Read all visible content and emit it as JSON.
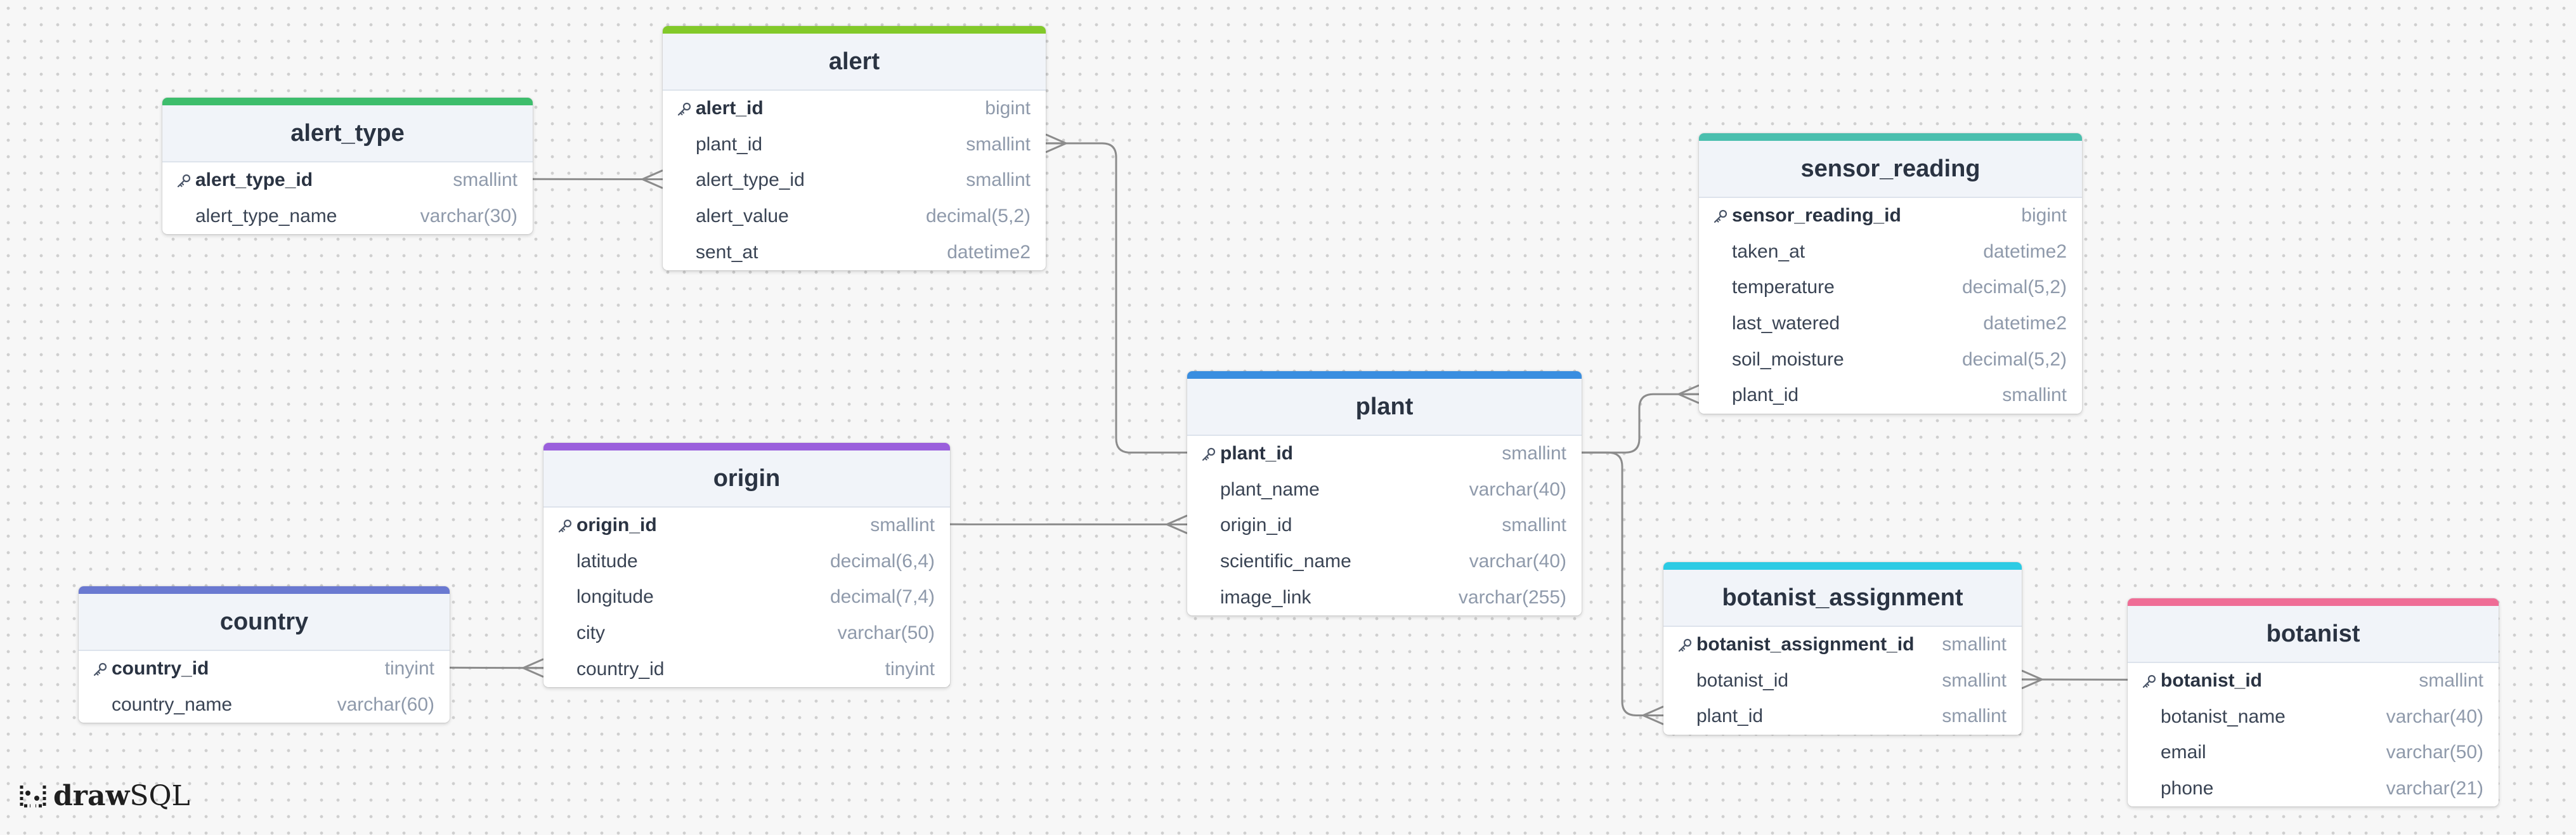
{
  "diagram": {
    "tables": [
      {
        "id": "alert_type",
        "name": "alert_type",
        "color": "#3dbd6c",
        "columns": [
          {
            "name": "alert_type_id",
            "type": "smallint",
            "pk": true
          },
          {
            "name": "alert_type_name",
            "type": "varchar(30)",
            "pk": false
          }
        ]
      },
      {
        "id": "alert",
        "name": "alert",
        "color": "#82c92a",
        "columns": [
          {
            "name": "alert_id",
            "type": "bigint",
            "pk": true
          },
          {
            "name": "plant_id",
            "type": "smallint",
            "pk": false
          },
          {
            "name": "alert_type_id",
            "type": "smallint",
            "pk": false
          },
          {
            "name": "alert_value",
            "type": "decimal(5,2)",
            "pk": false
          },
          {
            "name": "sent_at",
            "type": "datetime2",
            "pk": false
          }
        ]
      },
      {
        "id": "sensor_reading",
        "name": "sensor_reading",
        "color": "#4abfae",
        "columns": [
          {
            "name": "sensor_reading_id",
            "type": "bigint",
            "pk": true
          },
          {
            "name": "taken_at",
            "type": "datetime2",
            "pk": false
          },
          {
            "name": "temperature",
            "type": "decimal(5,2)",
            "pk": false
          },
          {
            "name": "last_watered",
            "type": "datetime2",
            "pk": false
          },
          {
            "name": "soil_moisture",
            "type": "decimal(5,2)",
            "pk": false
          },
          {
            "name": "plant_id",
            "type": "smallint",
            "pk": false
          }
        ]
      },
      {
        "id": "plant",
        "name": "plant",
        "color": "#3a8ee0",
        "columns": [
          {
            "name": "plant_id",
            "type": "smallint",
            "pk": true
          },
          {
            "name": "plant_name",
            "type": "varchar(40)",
            "pk": false
          },
          {
            "name": "origin_id",
            "type": "smallint",
            "pk": false
          },
          {
            "name": "scientific_name",
            "type": "varchar(40)",
            "pk": false
          },
          {
            "name": "image_link",
            "type": "varchar(255)",
            "pk": false
          }
        ]
      },
      {
        "id": "origin",
        "name": "origin",
        "color": "#9a5fdc",
        "columns": [
          {
            "name": "origin_id",
            "type": "smallint",
            "pk": true
          },
          {
            "name": "latitude",
            "type": "decimal(6,4)",
            "pk": false
          },
          {
            "name": "longitude",
            "type": "decimal(7,4)",
            "pk": false
          },
          {
            "name": "city",
            "type": "varchar(50)",
            "pk": false
          },
          {
            "name": "country_id",
            "type": "tinyint",
            "pk": false
          }
        ]
      },
      {
        "id": "country",
        "name": "country",
        "color": "#6a79d1",
        "columns": [
          {
            "name": "country_id",
            "type": "tinyint",
            "pk": true
          },
          {
            "name": "country_name",
            "type": "varchar(60)",
            "pk": false
          }
        ]
      },
      {
        "id": "botanist_assignment",
        "name": "botanist_assignment",
        "color": "#2ccbe4",
        "columns": [
          {
            "name": "botanist_assignment_id",
            "type": "smallint",
            "pk": true
          },
          {
            "name": "botanist_id",
            "type": "smallint",
            "pk": false
          },
          {
            "name": "plant_id",
            "type": "smallint",
            "pk": false
          }
        ]
      },
      {
        "id": "botanist",
        "name": "botanist",
        "color": "#ef6d96",
        "columns": [
          {
            "name": "botanist_id",
            "type": "smallint",
            "pk": true
          },
          {
            "name": "botanist_name",
            "type": "varchar(40)",
            "pk": false
          },
          {
            "name": "email",
            "type": "varchar(50)",
            "pk": false
          },
          {
            "name": "phone",
            "type": "varchar(21)",
            "pk": false
          }
        ]
      }
    ],
    "relationships": [
      {
        "from_table": "alert_type",
        "from_column": "alert_type_id",
        "to_table": "alert",
        "to_column": "alert_type_id"
      },
      {
        "from_table": "plant",
        "from_column": "plant_id",
        "to_table": "alert",
        "to_column": "plant_id"
      },
      {
        "from_table": "plant",
        "from_column": "plant_id",
        "to_table": "sensor_reading",
        "to_column": "plant_id"
      },
      {
        "from_table": "origin",
        "from_column": "origin_id",
        "to_table": "plant",
        "to_column": "origin_id"
      },
      {
        "from_table": "country",
        "from_column": "country_id",
        "to_table": "origin",
        "to_column": "country_id"
      },
      {
        "from_table": "plant",
        "from_column": "plant_id",
        "to_table": "botanist_assignment",
        "to_column": "plant_id"
      },
      {
        "from_table": "botanist",
        "from_column": "botanist_id",
        "to_table": "botanist_assignment",
        "to_column": "botanist_id"
      }
    ]
  },
  "logo": {
    "icon": "drawsql-logo-icon",
    "bold_text": "draw",
    "light_text": "SQL"
  },
  "icons": {
    "primary_key": "key-icon"
  }
}
